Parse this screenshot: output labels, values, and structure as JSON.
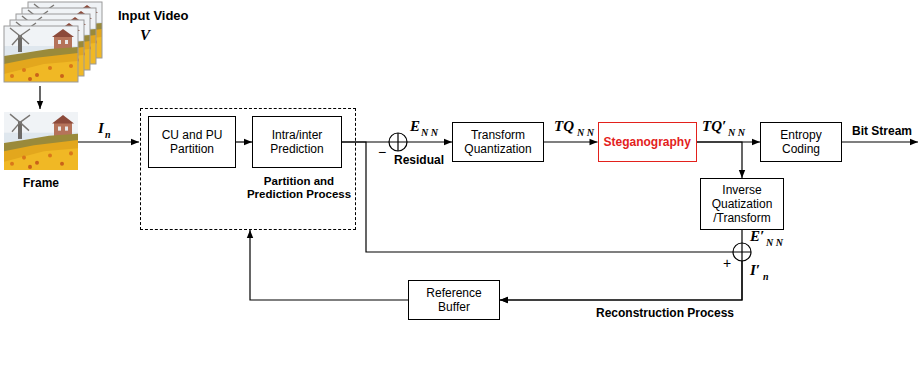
{
  "diagram": {
    "nodes": [
      {
        "text": [
          "Partition and Prediction Process"
        ]
      },
      {
        "text": [
          "CU and PU Partition"
        ],
        "in": 0
      },
      {
        "text": [
          "Intra/inter Prediction"
        ],
        "in": 0
      },
      {
        "text": [
          "Transform Quantization"
        ]
      },
      {
        "text": [
          "Steganography"
        ]
      },
      {
        "text": [
          "Entropy Coding"
        ]
      },
      {
        "text": [
          "Inverse Quatization /Transform"
        ]
      },
      {
        "text": [
          "Reference Buffer"
        ]
      }
    ],
    "edges": [
      {
        "from": 1,
        "to": 2,
        "arrow": "to"
      },
      {
        "from": 2,
        "to": 3,
        "arrow": "to"
      },
      {
        "from": 3,
        "to": 4,
        "arrow": "to"
      },
      {
        "from": 4,
        "to": 5,
        "arrow": "to"
      },
      {
        "from": 4,
        "to": 6,
        "arrow": "to"
      },
      {
        "from": 6,
        "to": 7,
        "arrow": "to"
      },
      {
        "from": 2,
        "to": 7,
        "arrow": "to"
      },
      {
        "from": 7,
        "to": 0,
        "arrow": "to"
      }
    ],
    "labels": [
      "Input Video",
      "V",
      "Frame",
      "I",
      "n",
      "−",
      "E",
      "N N",
      "Residual",
      "TQ",
      "N N",
      "TQ′",
      "N N",
      "Bit Stream",
      "E′",
      "N N",
      "+",
      "I′",
      "n",
      "Reconstruction Process"
    ]
  }
}
